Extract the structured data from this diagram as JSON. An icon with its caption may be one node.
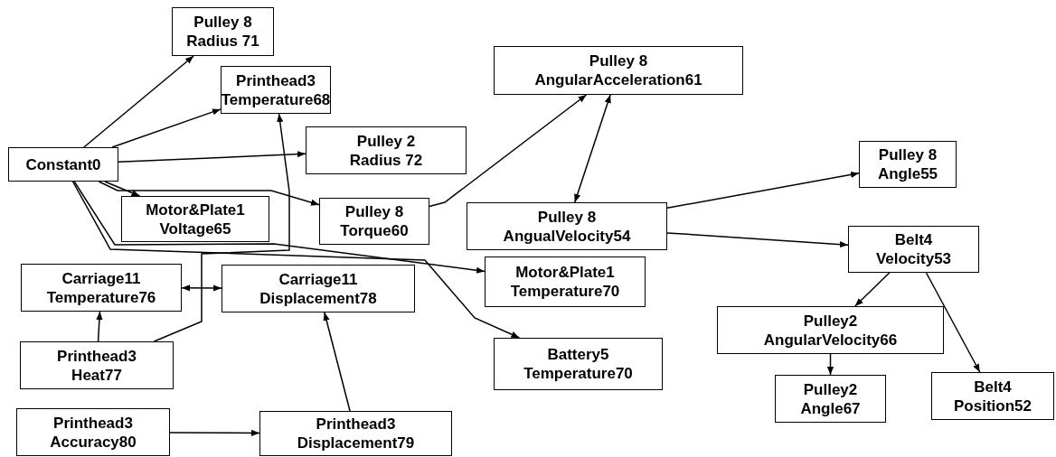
{
  "diagram": {
    "nodes": [
      {
        "text": [
          "Pulley 8",
          "Radius 71"
        ]
      },
      {
        "text": [
          "Printhead3",
          "Temperature68"
        ]
      },
      {
        "text": [
          "Pulley 2",
          "Radius 72"
        ]
      },
      {
        "text": [
          "Constant0"
        ]
      },
      {
        "text": [
          "Motor&Plate1",
          "Voltage65"
        ]
      },
      {
        "text": [
          "Pulley 8",
          "Torque60"
        ]
      },
      {
        "text": [
          "Pulley 8",
          "AngularAcceleration61"
        ]
      },
      {
        "text": [
          "Pulley 8",
          "AngualVelocity54"
        ]
      },
      {
        "text": [
          "Pulley 8",
          "Angle55"
        ]
      },
      {
        "text": [
          "Belt4",
          "Velocity53"
        ]
      },
      {
        "text": [
          "Motor&Plate1",
          "Temperature70"
        ]
      },
      {
        "text": [
          "Carriage11",
          "Temperature76"
        ]
      },
      {
        "text": [
          "Carriage11",
          "Displacement78"
        ]
      },
      {
        "text": [
          "Battery5",
          "Temperature70"
        ]
      },
      {
        "text": [
          "Pulley2",
          "AngularVelocity66"
        ]
      },
      {
        "text": [
          "Printhead3",
          "Heat77"
        ]
      },
      {
        "text": [
          "Pulley2",
          "Angle67"
        ]
      },
      {
        "text": [
          "Belt4",
          "Position52"
        ]
      },
      {
        "text": [
          "Printhead3",
          "Accuracy80"
        ]
      },
      {
        "text": [
          "Printhead3",
          "Displacement79"
        ]
      }
    ],
    "edges": [
      {
        "from": 3,
        "to": 0,
        "arrow": "to"
      },
      {
        "from": 3,
        "to": 1,
        "arrow": "to"
      },
      {
        "from": 3,
        "to": 2,
        "arrow": "to"
      },
      {
        "from": 3,
        "to": 4,
        "arrow": "to"
      },
      {
        "from": 3,
        "to": 5,
        "arrow": "to"
      },
      {
        "from": 3,
        "to": 10,
        "arrow": "to"
      },
      {
        "from": 3,
        "to": 13,
        "arrow": "to"
      },
      {
        "from": 15,
        "to": 1,
        "arrow": "to"
      },
      {
        "from": 15,
        "to": 11,
        "arrow": "to"
      },
      {
        "from": 11,
        "to": 12,
        "arrow": "both"
      },
      {
        "from": 19,
        "to": 12,
        "arrow": "to"
      },
      {
        "from": 18,
        "to": 19,
        "arrow": "to"
      },
      {
        "from": 5,
        "to": 6,
        "arrow": "to"
      },
      {
        "from": 6,
        "to": 7,
        "arrow": "both"
      },
      {
        "from": 7,
        "to": 8,
        "arrow": "to"
      },
      {
        "from": 7,
        "to": 9,
        "arrow": "to"
      },
      {
        "from": 9,
        "to": 14,
        "arrow": "to"
      },
      {
        "from": 9,
        "to": 17,
        "arrow": "to"
      },
      {
        "from": 14,
        "to": 16,
        "arrow": "to"
      }
    ]
  }
}
